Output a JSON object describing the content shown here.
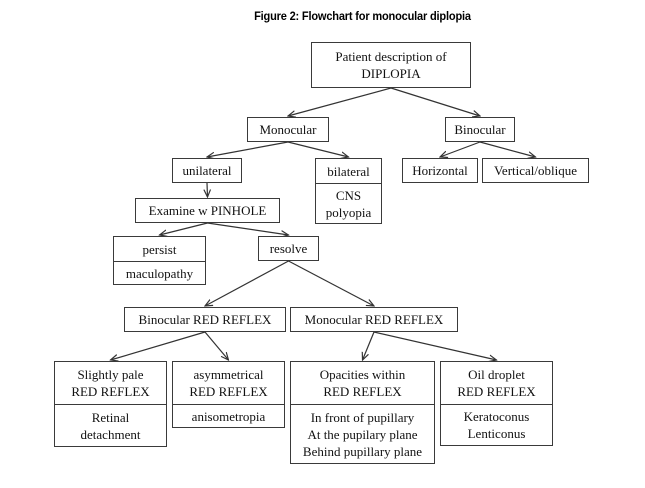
{
  "figure": {
    "title": "Figure 2: Flowchart for monocular diplopia"
  },
  "nodes": {
    "root": {
      "lines": [
        "Patient description of",
        "DIPLOPIA"
      ]
    },
    "monocular": {
      "lines": [
        "Monocular"
      ]
    },
    "binocular": {
      "lines": [
        "Binocular"
      ]
    },
    "unilateral": {
      "lines": [
        "unilateral"
      ]
    },
    "bilateral": {
      "lines": [
        "bilateral"
      ],
      "detail": [
        "CNS",
        "polyopia"
      ]
    },
    "horizontal": {
      "lines": [
        "Horizontal"
      ]
    },
    "vertical_oblique": {
      "lines": [
        "Vertical/oblique"
      ]
    },
    "examine_pinhole": {
      "lines": [
        "Examine w PINHOLE"
      ]
    },
    "persist": {
      "lines": [
        "persist"
      ],
      "detail": [
        "maculopathy"
      ]
    },
    "resolve": {
      "lines": [
        "resolve"
      ]
    },
    "binocular_red_reflex": {
      "lines": [
        "Binocular RED REFLEX"
      ]
    },
    "monocular_red_reflex": {
      "lines": [
        "Monocular RED REFLEX"
      ]
    },
    "slightly_pale": {
      "lines": [
        "Slightly pale",
        "RED REFLEX"
      ],
      "detail": [
        "Retinal",
        "detachment"
      ]
    },
    "asymmetrical": {
      "lines": [
        "asymmetrical",
        "RED REFLEX"
      ],
      "detail": [
        "anisometropia"
      ]
    },
    "opacities": {
      "lines": [
        "Opacities within",
        "RED REFLEX"
      ],
      "detail": [
        "In front of pupillary",
        "At the pupilary plane",
        "Behind pupillary plane"
      ]
    },
    "oil_droplet": {
      "lines": [
        "Oil droplet",
        "RED REFLEX"
      ],
      "detail": [
        "Keratoconus",
        "Lenticonus"
      ]
    }
  },
  "edges": [
    [
      "root",
      "monocular"
    ],
    [
      "root",
      "binocular"
    ],
    [
      "monocular",
      "unilateral"
    ],
    [
      "monocular",
      "bilateral"
    ],
    [
      "binocular",
      "horizontal"
    ],
    [
      "binocular",
      "vertical_oblique"
    ],
    [
      "unilateral",
      "examine_pinhole"
    ],
    [
      "examine_pinhole",
      "persist"
    ],
    [
      "examine_pinhole",
      "resolve"
    ],
    [
      "resolve",
      "binocular_red_reflex"
    ],
    [
      "resolve",
      "monocular_red_reflex"
    ],
    [
      "binocular_red_reflex",
      "slightly_pale"
    ],
    [
      "binocular_red_reflex",
      "asymmetrical"
    ],
    [
      "monocular_red_reflex",
      "opacities"
    ],
    [
      "monocular_red_reflex",
      "oil_droplet"
    ]
  ]
}
